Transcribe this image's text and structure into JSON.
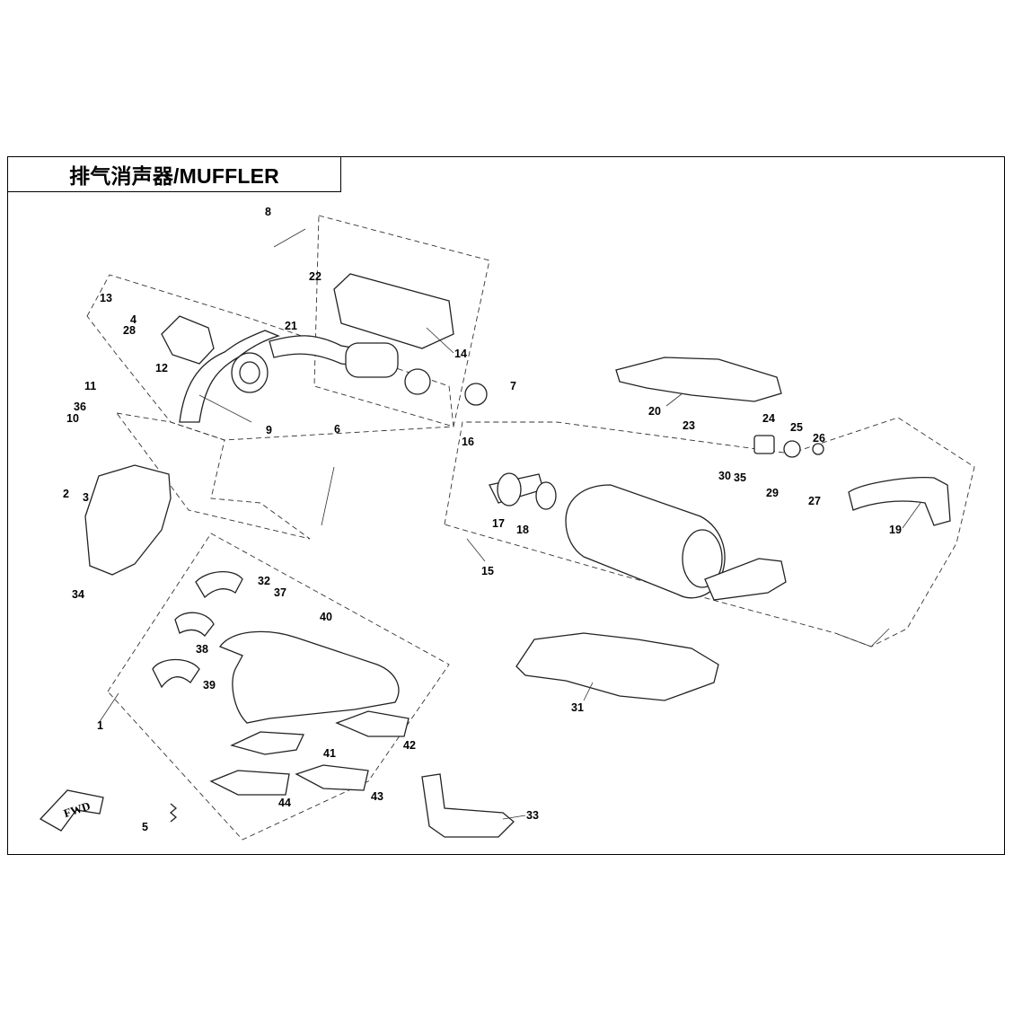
{
  "title": "排气消声器/MUFFLER",
  "fwd_label": "FWD",
  "colors": {
    "line": "#222222",
    "background": "#ffffff"
  },
  "callouts": [
    "1",
    "2",
    "3",
    "4",
    "5",
    "6",
    "7",
    "8",
    "9",
    "10",
    "11",
    "12",
    "13",
    "14",
    "15",
    "16",
    "17",
    "18",
    "19",
    "20",
    "21",
    "22",
    "23",
    "24",
    "25",
    "26",
    "27",
    "28",
    "29",
    "30",
    "31",
    "32",
    "33",
    "34",
    "35",
    "36",
    "37",
    "38",
    "39",
    "40",
    "41",
    "42",
    "43",
    "44"
  ]
}
